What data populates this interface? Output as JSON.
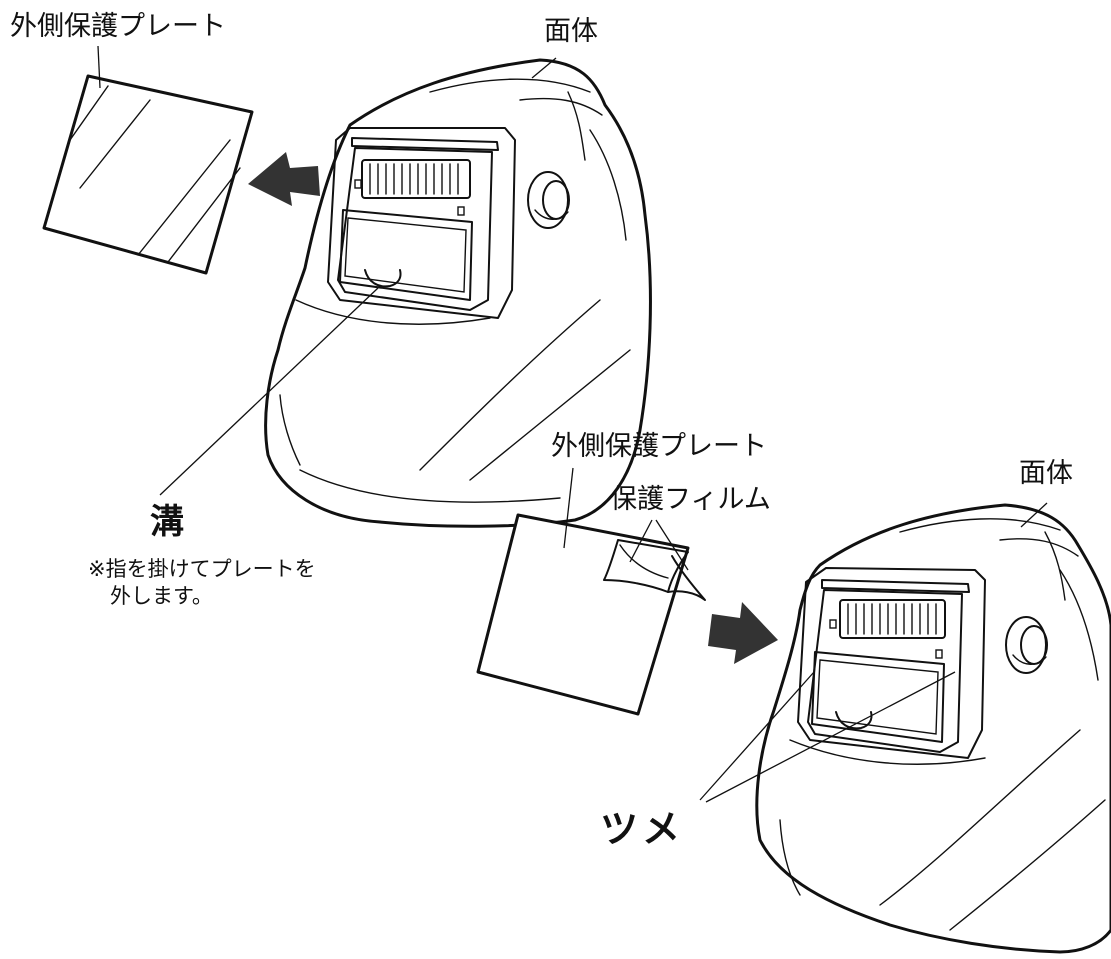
{
  "labels": {
    "top_outer_plate": "外側保護プレート",
    "top_shell": "面体",
    "groove": "溝",
    "note_line1": "※指を掛けてプレートを",
    "note_line2": "外します。",
    "bottom_outer_plate": "外側保護プレート",
    "protective_film": "保護フィルム",
    "bottom_shell": "面体",
    "claws": "ツメ"
  }
}
